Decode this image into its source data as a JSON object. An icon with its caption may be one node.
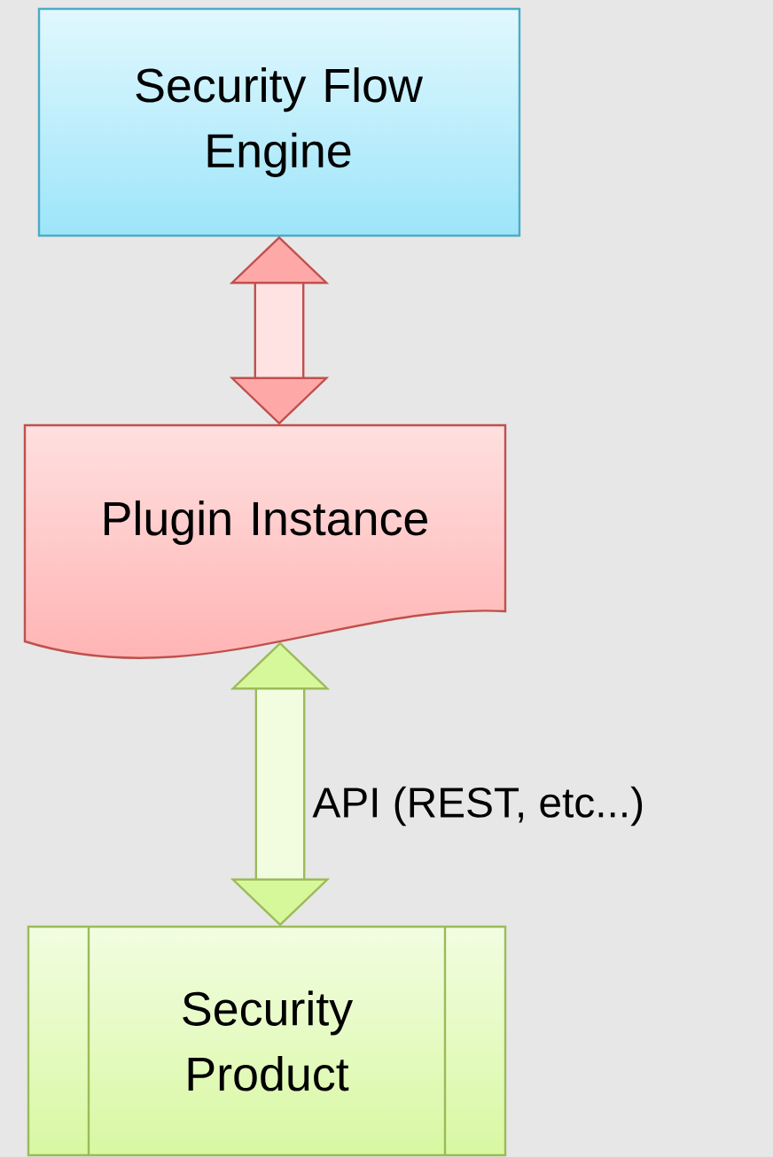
{
  "diagram": {
    "nodes": [
      {
        "text": [
          "Security Flow Engine"
        ]
      },
      {
        "text": [
          "Plugin Instance"
        ]
      },
      {
        "text": [
          "Security Product"
        ]
      }
    ],
    "edges": [
      {
        "from": 0,
        "to": 1,
        "arrow": "both",
        "color": "#c0504d"
      },
      {
        "from": 1,
        "to": 2,
        "arrow": "both",
        "label": "API (REST, etc...)",
        "color": "#9bbb59"
      }
    ]
  }
}
